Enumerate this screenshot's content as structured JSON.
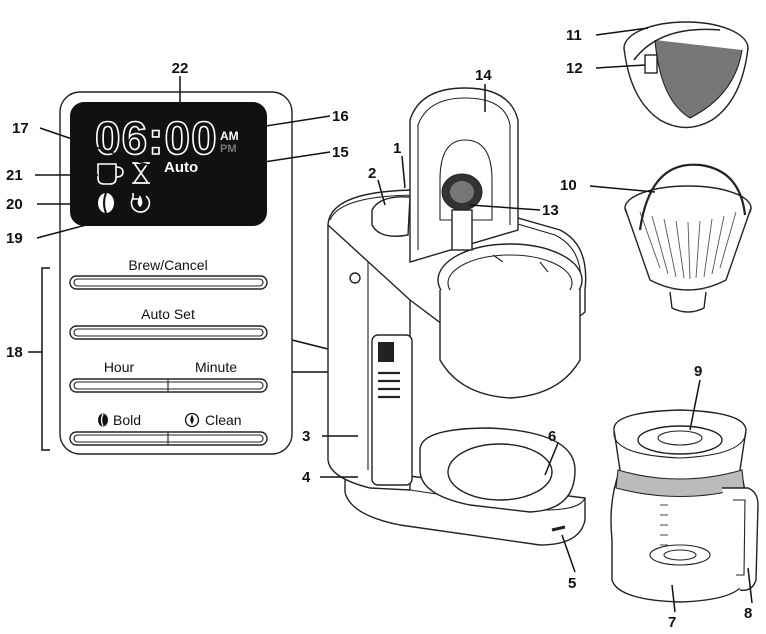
{
  "display": {
    "time": "06:00",
    "am": "AM",
    "pm": "PM",
    "auto": "Auto"
  },
  "buttons": {
    "brew_cancel": "Brew/Cancel",
    "auto_set": "Auto Set",
    "hour": "Hour",
    "minute": "Minute",
    "bold": "Bold",
    "clean": "Clean"
  },
  "callouts": {
    "c1": "1",
    "c2": "2",
    "c3": "3",
    "c4": "4",
    "c5": "5",
    "c6": "6",
    "c7": "7",
    "c8": "8",
    "c9": "9",
    "c10": "10",
    "c11": "11",
    "c12": "12",
    "c13": "13",
    "c14": "14",
    "c15": "15",
    "c16": "16",
    "c17": "17",
    "c18": "18",
    "c19": "19",
    "c20": "20",
    "c21": "21",
    "c22": "22"
  },
  "icons": [
    "bean-icon",
    "clean-cycle-icon",
    "mug-icon",
    "hourglass-icon"
  ]
}
